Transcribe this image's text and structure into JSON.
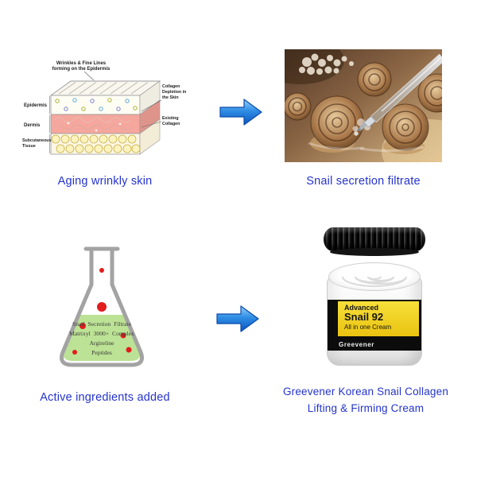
{
  "colors": {
    "caption_blue": "#2433cb",
    "arrow_blue": "#1e6fd4",
    "label_yellow": "#eecb16"
  },
  "captions": {
    "aging": "Aging wrinkly skin",
    "snail": "Snail secretion filtrate",
    "active": "Active ingredients added",
    "product_line1": "Greevener Korean Snail Collagen",
    "product_line2": "Lifting & Firming Cream"
  },
  "skin": {
    "wrinkles_l1": "Wrinkles & Fine Lines",
    "wrinkles_l2": "forming on the Epidermis",
    "collagen_l1": "Collagen",
    "collagen_l2": "Depletion in",
    "collagen_l3": "the Skin",
    "existing_l1": "Existing",
    "existing_l2": "Collagen",
    "epidermis": "Epidermis",
    "dermis": "Dermis",
    "subcut_l1": "Subcutaneous",
    "subcut_l2": "Tissue"
  },
  "flask": {
    "lines": [
      "Snail Secretion Filtrate",
      "Matrixyl 3000+ Complex",
      "Argireline",
      "Peptides"
    ]
  },
  "jar": {
    "label_line1": "Advanced",
    "label_line2": "Snail 92",
    "label_line3": "All in one Cream",
    "brand": "Greevener"
  }
}
